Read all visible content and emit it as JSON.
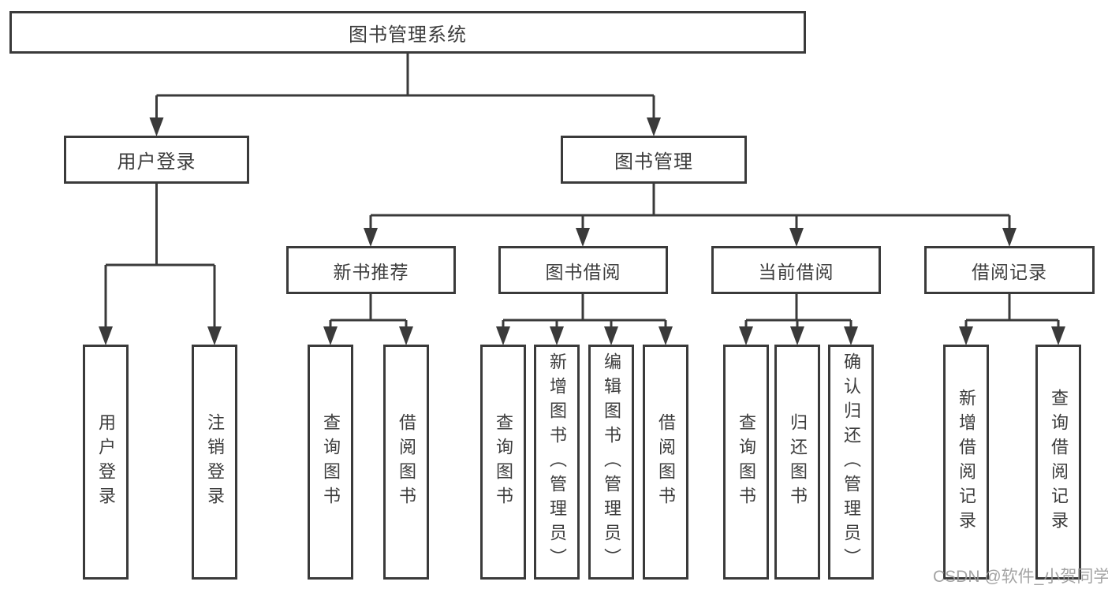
{
  "diagram": {
    "type": "hierarchy-tree",
    "watermark": "CSDN @软件_小贺同学",
    "colors": {
      "background": "#ffffff",
      "line": "#3a3a3a",
      "box_border": "#3a3a3a",
      "box_fill": "#ffffff",
      "text": "#3d3d3d",
      "watermark": "#9a9a9a"
    },
    "tree": {
      "label": "图书管理系统",
      "children": [
        {
          "label": "用户登录",
          "children": [
            {
              "label": "用户登录"
            },
            {
              "label": "注销登录"
            }
          ]
        },
        {
          "label": "图书管理",
          "children": [
            {
              "label": "新书推荐",
              "children": [
                {
                  "label": "查询图书"
                },
                {
                  "label": "借阅图书"
                }
              ]
            },
            {
              "label": "图书借阅",
              "children": [
                {
                  "label": "查询图书"
                },
                {
                  "label": "新增图书（管理员）"
                },
                {
                  "label": "编辑图书（管理员）"
                },
                {
                  "label": "借阅图书"
                }
              ]
            },
            {
              "label": "当前借阅",
              "children": [
                {
                  "label": "查询图书"
                },
                {
                  "label": "归还图书"
                },
                {
                  "label": "确认归还（管理员）"
                }
              ]
            },
            {
              "label": "借阅记录",
              "children": [
                {
                  "label": "新增借阅记录"
                },
                {
                  "label": "查询借阅记录"
                }
              ]
            }
          ]
        }
      ]
    }
  }
}
